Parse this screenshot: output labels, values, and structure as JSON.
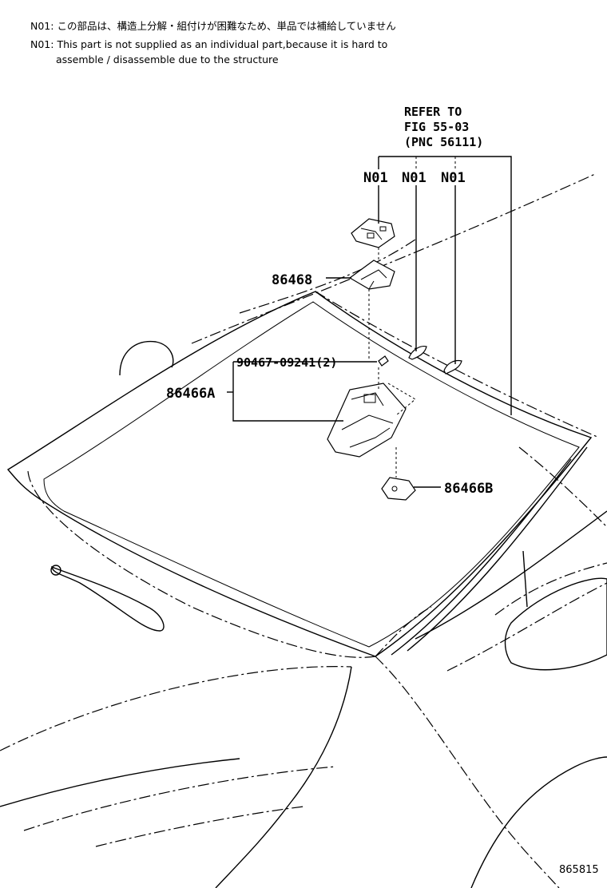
{
  "notes": {
    "jp": "N01: この部品は、構造上分解・組付けが困難なため、単品では補給していません",
    "en_line1": "N01: This part is not supplied as an individual part,because it is hard to",
    "en_line2": "assemble / disassemble due to the structure"
  },
  "refer": {
    "line1": "REFER TO",
    "line2": "FIG 55-03",
    "line3": "(PNC 56111)"
  },
  "callouts": {
    "n01_a": "N01",
    "n01_b": "N01",
    "n01_c": "N01",
    "p86468": "86468",
    "p90467": "90467-09241(2)",
    "p86466a": "86466A",
    "p86466b": "86466B"
  },
  "figure_number": "865815"
}
